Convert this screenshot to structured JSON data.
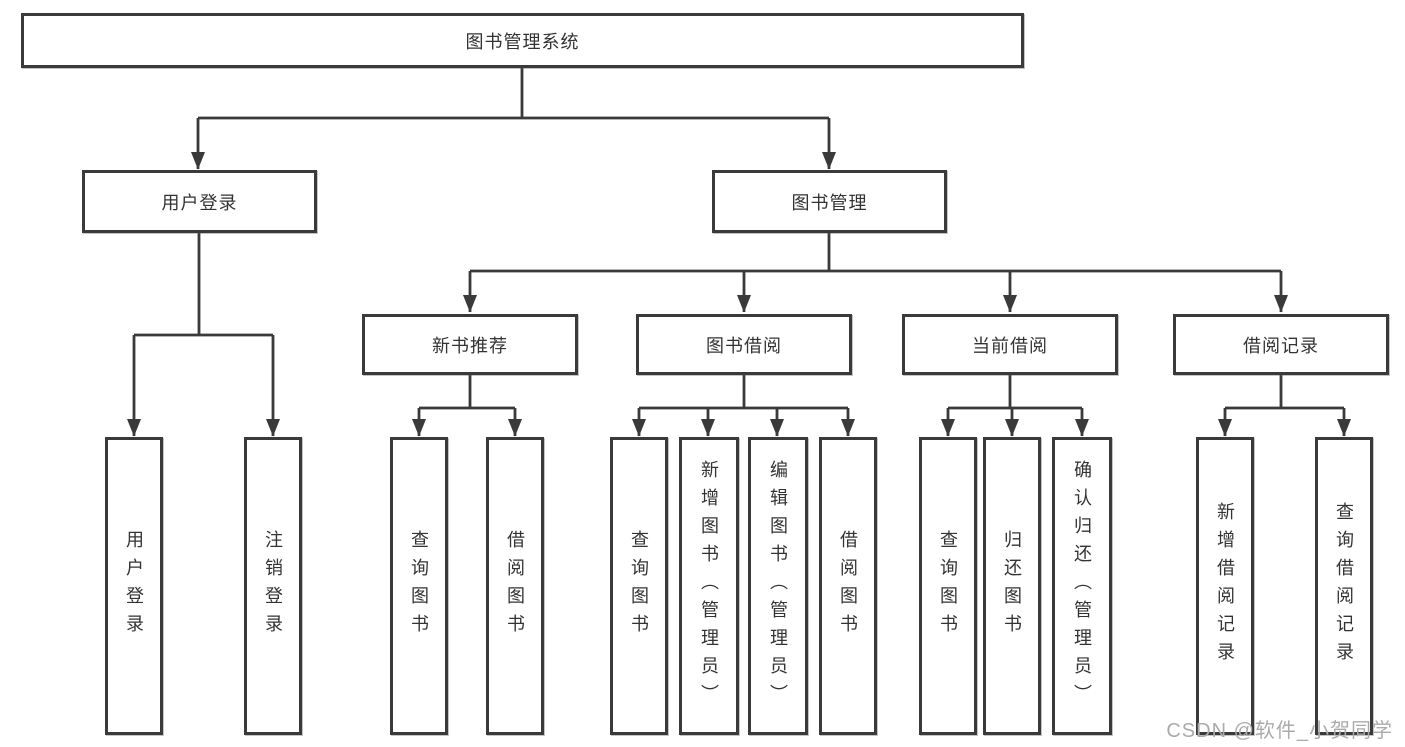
{
  "diagram": {
    "title": "图书管理系统",
    "root": {
      "label": "图书管理系统"
    },
    "level2": [
      {
        "label": "用户登录"
      },
      {
        "label": "图书管理"
      }
    ],
    "level3": [
      {
        "label": "新书推荐"
      },
      {
        "label": "图书借阅"
      },
      {
        "label": "当前借阅"
      },
      {
        "label": "借阅记录"
      }
    ],
    "leaves": [
      {
        "parent": "用户登录",
        "label": "用户登录"
      },
      {
        "parent": "用户登录",
        "label": "注销登录"
      },
      {
        "parent": "新书推荐",
        "label": "查询图书"
      },
      {
        "parent": "新书推荐",
        "label": "借阅图书"
      },
      {
        "parent": "图书借阅",
        "label": "查询图书"
      },
      {
        "parent": "图书借阅",
        "label": "新增图书（管理员）"
      },
      {
        "parent": "图书借阅",
        "label": "编辑图书（管理员）"
      },
      {
        "parent": "图书借阅",
        "label": "借阅图书"
      },
      {
        "parent": "当前借阅",
        "label": "查询图书"
      },
      {
        "parent": "当前借阅",
        "label": "归还图书"
      },
      {
        "parent": "当前借阅",
        "label": "确认归还（管理员）"
      },
      {
        "parent": "借阅记录",
        "label": "新增借阅记录"
      },
      {
        "parent": "借阅记录",
        "label": "查询借阅记录"
      }
    ],
    "colors": {
      "line": "#3a3a3a",
      "text": "#333333",
      "background": "#ffffff",
      "watermark": "#ababab"
    },
    "watermark": "CSDN @软件_小贺同学"
  }
}
